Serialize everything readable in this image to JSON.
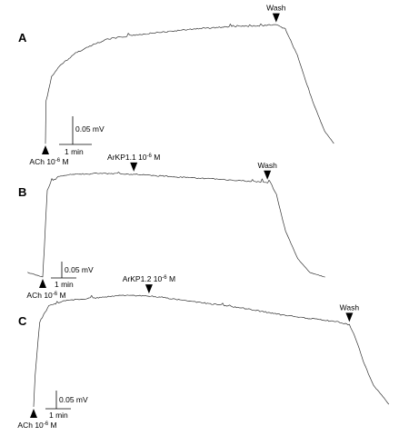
{
  "chart_data": [
    {
      "type": "line",
      "panel": "A",
      "scale": {
        "amplitude": "0.05 mV",
        "time": "1 min"
      },
      "series": [
        {
          "points": [
            [
              0,
              0
            ],
            [
              0.02,
              0.07
            ],
            [
              0.2,
              0.11
            ],
            [
              0.5,
              0.13
            ],
            [
              1,
              0.15
            ],
            [
              1.5,
              0.162
            ],
            [
              2,
              0.172
            ],
            [
              3,
              0.18
            ],
            [
              4,
              0.185
            ],
            [
              5,
              0.19
            ],
            [
              6,
              0.193
            ],
            [
              7,
              0.195
            ],
            [
              7.6,
              0.196
            ],
            [
              7.9,
              0.19
            ],
            [
              8.3,
              0.145
            ],
            [
              8.8,
              0.07
            ],
            [
              9.2,
              0.02
            ],
            [
              9.5,
              0.0
            ]
          ]
        }
      ],
      "markers": [
        {
          "label": "ACh 10",
          "exp": "-6",
          "unit": "M",
          "t": 0,
          "side": "below"
        },
        {
          "label": "Wash",
          "exp": "",
          "unit": "",
          "t": 7.6,
          "side": "above"
        }
      ]
    },
    {
      "type": "line",
      "panel": "B",
      "scale": {
        "amplitude": "0.05 mV",
        "time": "1 min"
      },
      "series": [
        {
          "points": [
            [
              -0.5,
              0.005
            ],
            [
              0,
              0
            ],
            [
              0.05,
              0.03
            ],
            [
              0.15,
              0.095
            ],
            [
              0.3,
              0.105
            ],
            [
              0.6,
              0.11
            ],
            [
              1,
              0.112
            ],
            [
              2,
              0.113
            ],
            [
              3,
              0.112
            ],
            [
              4,
              0.11
            ],
            [
              5,
              0.108
            ],
            [
              6,
              0.106
            ],
            [
              7,
              0.104
            ],
            [
              7.5,
              0.103
            ],
            [
              7.7,
              0.09
            ],
            [
              8,
              0.05
            ],
            [
              8.4,
              0.02
            ],
            [
              8.8,
              0.005
            ],
            [
              9.3,
              0.0
            ]
          ]
        }
      ],
      "markers": [
        {
          "label": "ArKP1.1 10",
          "exp": "-6",
          "unit": "M",
          "t": 3,
          "side": "above"
        },
        {
          "label": "Wash",
          "exp": "",
          "unit": "",
          "t": 7.4,
          "side": "above"
        },
        {
          "label": "ACh 10",
          "exp": "-6",
          "unit": "M",
          "t": 0,
          "side": "below"
        }
      ]
    },
    {
      "type": "line",
      "panel": "C",
      "scale": {
        "amplitude": "0.05 mV",
        "time": "1 min"
      },
      "series": [
        {
          "points": [
            [
              0,
              0
            ],
            [
              0.05,
              0.06
            ],
            [
              0.2,
              0.16
            ],
            [
              0.5,
              0.19
            ],
            [
              1,
              0.2
            ],
            [
              2,
              0.205
            ],
            [
              3,
              0.21
            ],
            [
              4,
              0.208
            ],
            [
              5,
              0.2
            ],
            [
              6,
              0.193
            ],
            [
              7,
              0.185
            ],
            [
              8,
              0.175
            ],
            [
              9,
              0.167
            ],
            [
              10,
              0.16
            ],
            [
              10.4,
              0.155
            ],
            [
              10.6,
              0.13
            ],
            [
              10.9,
              0.08
            ],
            [
              11.2,
              0.04
            ],
            [
              11.5,
              0.02
            ],
            [
              11.7,
              0.005
            ]
          ]
        }
      ],
      "markers": [
        {
          "label": "ArKP1.2 10",
          "exp": "-6",
          "unit": "M",
          "t": 3.8,
          "side": "above"
        },
        {
          "label": "Wash",
          "exp": "",
          "unit": "",
          "t": 10.4,
          "side": "above"
        },
        {
          "label": "ACh 10",
          "exp": "-6",
          "unit": "M",
          "t": 0,
          "side": "below"
        }
      ]
    }
  ]
}
